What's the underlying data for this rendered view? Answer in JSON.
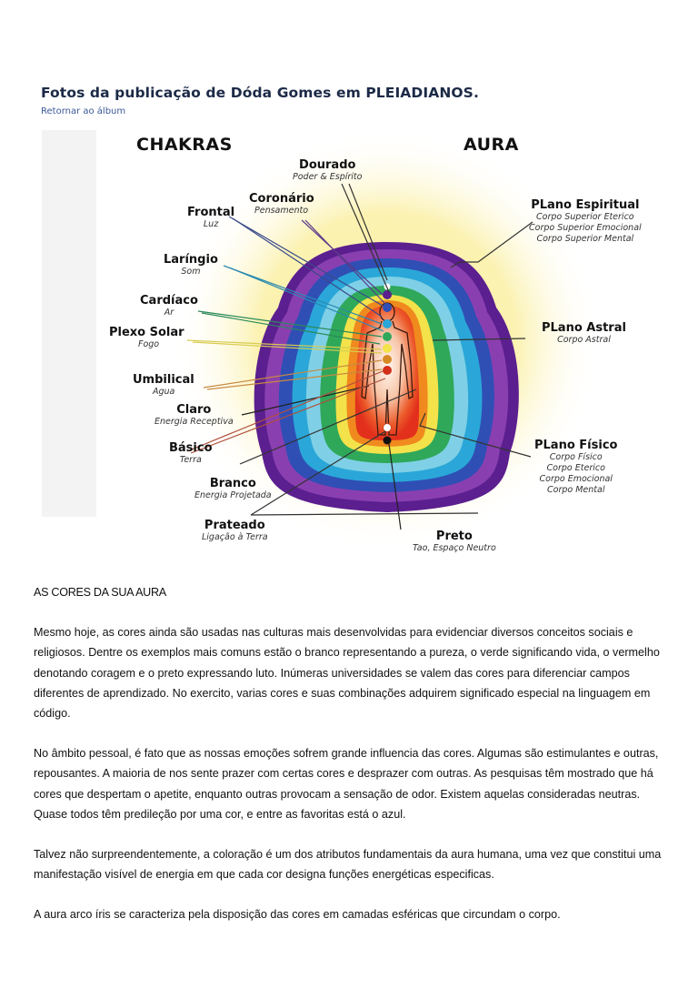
{
  "header": {
    "title": "Fotos da publicação de Dóda Gomes em PLEIADIANOS.",
    "back_link": "Retornar ao álbum"
  },
  "diagram": {
    "left_heading": "CHAKRAS",
    "right_heading": "AURA",
    "chakras": [
      {
        "name": "Dourado",
        "meaning": "Poder & Espírito"
      },
      {
        "name": "Coronário",
        "meaning": "Pensamento"
      },
      {
        "name": "Frontal",
        "meaning": "Luz"
      },
      {
        "name": "Laríngio",
        "meaning": "Som"
      },
      {
        "name": "Cardíaco",
        "meaning": "Ar"
      },
      {
        "name": "Plexo Solar",
        "meaning": "Fogo"
      },
      {
        "name": "Umbilical",
        "meaning": "Agua"
      },
      {
        "name": "Claro",
        "meaning": "Energia Receptiva"
      },
      {
        "name": "Básico",
        "meaning": "Terra"
      },
      {
        "name": "Branco",
        "meaning": "Energia Projetada"
      },
      {
        "name": "Prateado",
        "meaning": "Ligação à Terra"
      },
      {
        "name": "Preto",
        "meaning": "Tao, Espaço Neutro"
      }
    ],
    "planes": [
      {
        "name": "PLano Espiritual",
        "bodies": [
          "Corpo Superior Eterico",
          "Corpo Superior Emocional",
          "Corpo Superior Mental"
        ]
      },
      {
        "name": "PLano Astral",
        "bodies": [
          "Corpo Astral"
        ]
      },
      {
        "name": "PLano Físico",
        "bodies": [
          "Corpo Físico",
          "Corpo Eterico",
          "Corpo Emocional",
          "Corpo Mental"
        ]
      }
    ],
    "colors": {
      "aura_layers": [
        "#5b1f8f",
        "#8a3fb0",
        "#2f4fb5",
        "#2aa7d8",
        "#7fd0e6",
        "#2fa85a",
        "#7cc86a",
        "#f3e24a",
        "#f08a1e",
        "#e2301c"
      ],
      "glow": "#fbf0a8"
    }
  },
  "article": {
    "heading": "AS CORES DA SUA AURA",
    "paragraphs": [
      "Mesmo hoje, as cores ainda são usadas nas culturas mais desenvolvidas para evidenciar diversos conceitos sociais e religiosos. Dentre os exemplos mais comuns estão o branco representando a pureza, o verde significando vida, o vermelho denotando coragem e o preto expressando luto. Inúmeras universidades se valem das cores para diferenciar campos diferentes de aprendizado. No exercito, varias cores e suas combinações adquirem significado especial na linguagem em código.",
      "No âmbito pessoal, é fato que as nossas emoções sofrem grande influencia das cores. Algumas são estimulantes e outras, repousantes. A maioria de nos sente prazer com certas cores e desprazer com outras. As pesquisas têm mostrado que há cores que despertam o apetite, enquanto outras provocam a sensação de odor. Existem aquelas consideradas neutras. Quase todos têm predileção por uma cor, e entre as favoritas está o azul.",
      "Talvez não surpreendentemente, a coloração é um dos atributos fundamentais da aura humana, uma vez que constitui uma manifestação visível de energia em que cada cor designa funções energéticas especificas.",
      "A aura arco íris se caracteriza pela disposição das cores em camadas esféricas que circundam o corpo."
    ]
  }
}
